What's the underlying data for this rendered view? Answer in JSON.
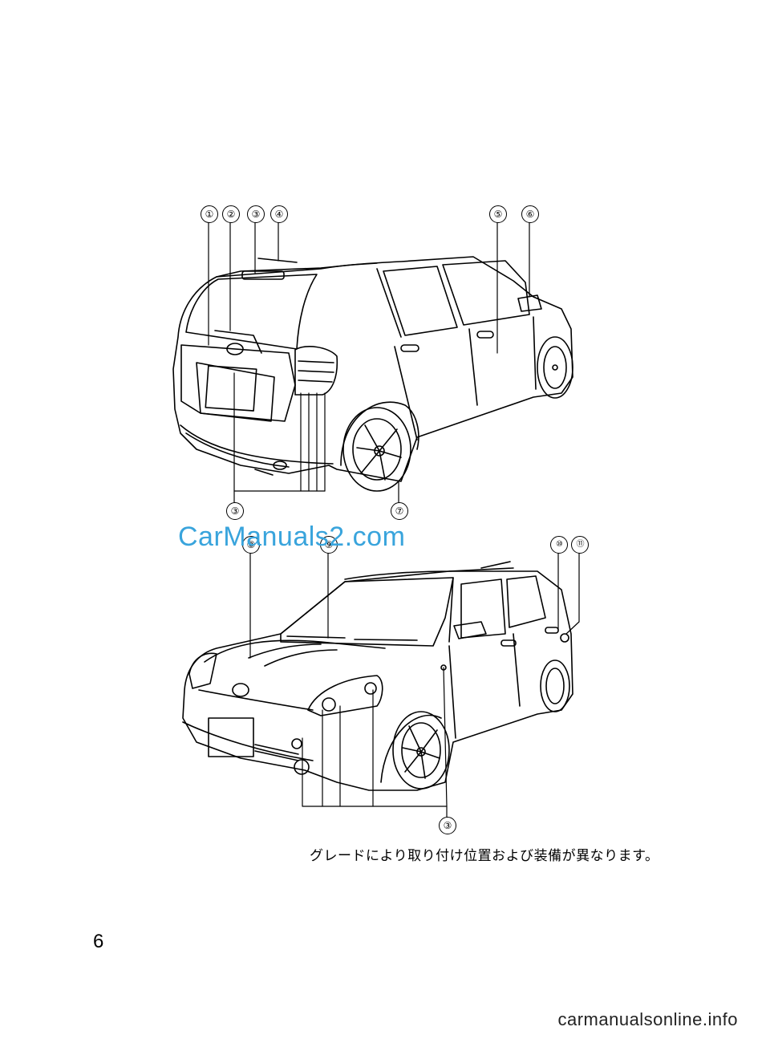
{
  "callouts_rear": [
    "①",
    "②",
    "③",
    "④",
    "⑤",
    "⑥",
    "③",
    "⑦"
  ],
  "callouts_front": [
    "⑧",
    "⑨",
    "⑩",
    "⑪",
    "③"
  ],
  "watermark": "CarManuals2.com",
  "note": "グレードにより取り付け位置および装備が異なります。",
  "page_number": "6",
  "footer": "carmanualsonline.info",
  "colors": {
    "watermark": "#39a4dc",
    "line": "#000000"
  }
}
